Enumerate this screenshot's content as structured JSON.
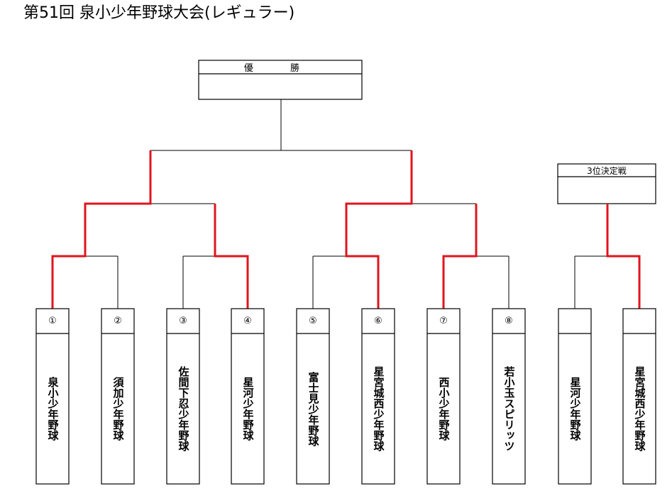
{
  "title": "第51回 泉小少年野球大会(レギュラー)",
  "champion_label": "優 勝",
  "third_place_label": "3位決定戦",
  "colors": {
    "winner_line": "#e0141e",
    "line": "#000000"
  },
  "teams": [
    {
      "seed": "①",
      "name": "泉小少年野球"
    },
    {
      "seed": "②",
      "name": "須加少年野球"
    },
    {
      "seed": "③",
      "name": "佐間下忍少年野球"
    },
    {
      "seed": "④",
      "name": "星河少年野球"
    },
    {
      "seed": "⑤",
      "name": "富士見少年野球"
    },
    {
      "seed": "⑥",
      "name": "星宮城西少年野球"
    },
    {
      "seed": "⑦",
      "name": "西小少年野球"
    },
    {
      "seed": "⑧",
      "name": "若小玉スピリッツ"
    }
  ],
  "third_place_teams": [
    {
      "seed": "",
      "name": "星河少年野球"
    },
    {
      "seed": "",
      "name": "星宮城西少年野球"
    }
  ]
}
